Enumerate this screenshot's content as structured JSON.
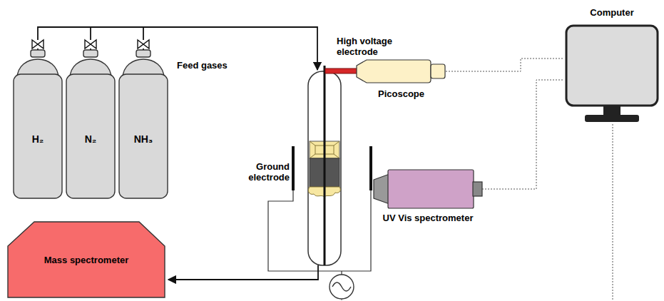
{
  "diagram": {
    "nodes": [
      {
        "text": [
          "H₂"
        ]
      },
      {
        "text": [
          "N₂"
        ]
      },
      {
        "text": [
          "NH₃"
        ]
      },
      {
        "text": [
          "Picoscope"
        ]
      },
      {
        "text": [
          "Computer"
        ]
      },
      {
        "text": [
          "UV Vis spectrometer"
        ]
      },
      {
        "text": [
          "Mass spectrometer"
        ]
      }
    ],
    "edges": [
      {
        "from": 3,
        "to": 4,
        "arrow": "none"
      },
      {
        "from": 5,
        "to": 4,
        "arrow": "none"
      }
    ],
    "labels": [
      "Feed gases",
      "High voltage electrode",
      "Ground electrode"
    ]
  }
}
